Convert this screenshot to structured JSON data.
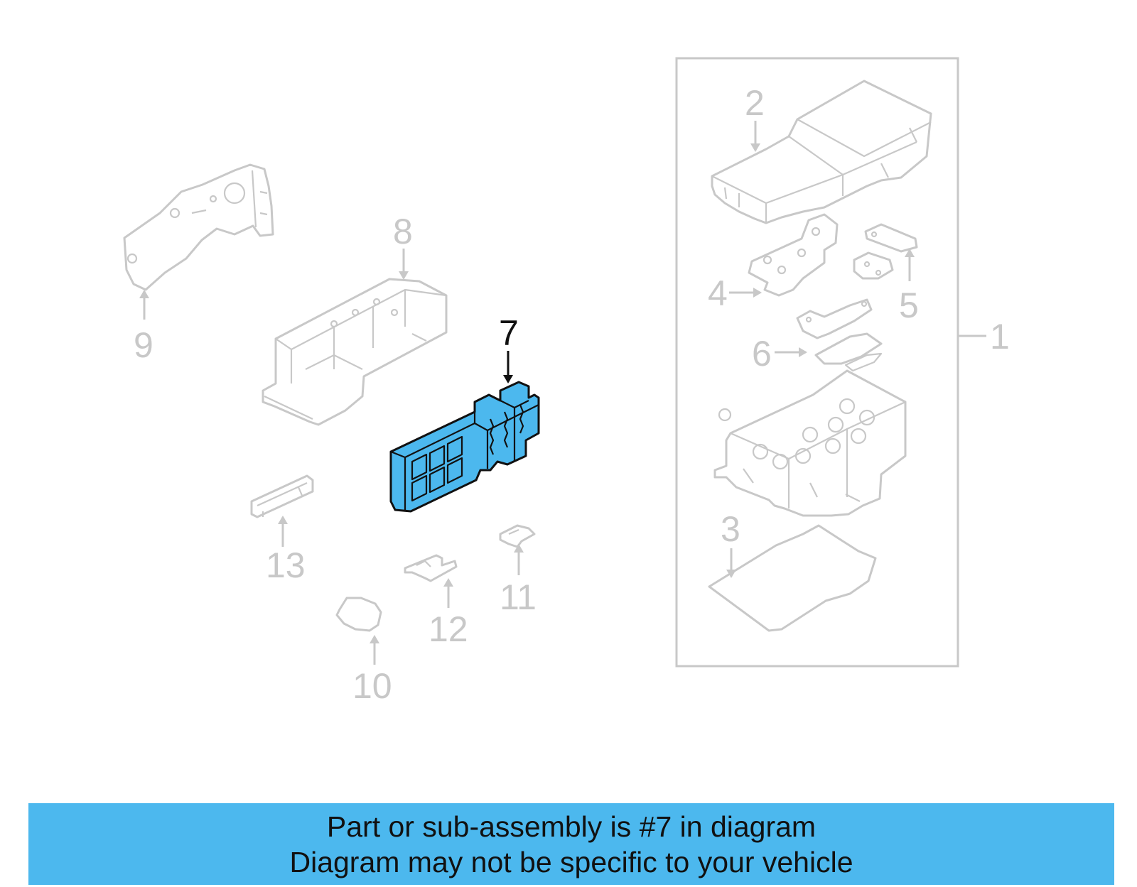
{
  "diagram": {
    "callouts": {
      "c1": "1",
      "c2": "2",
      "c3": "3",
      "c4": "4",
      "c5": "5",
      "c6": "6",
      "c7": "7",
      "c8": "8",
      "c9": "9",
      "c10": "10",
      "c11": "11",
      "c12": "12",
      "c13": "13"
    },
    "highlighted_part": "7",
    "colors": {
      "highlight_fill": "#4cb8ee",
      "faded_line": "#c8c8c8",
      "outline": "#111111",
      "banner": "#4cb8ee"
    }
  },
  "banner": {
    "line1": "Part or sub-assembly is #7 in diagram",
    "line2": "Diagram may not be specific to your vehicle"
  }
}
